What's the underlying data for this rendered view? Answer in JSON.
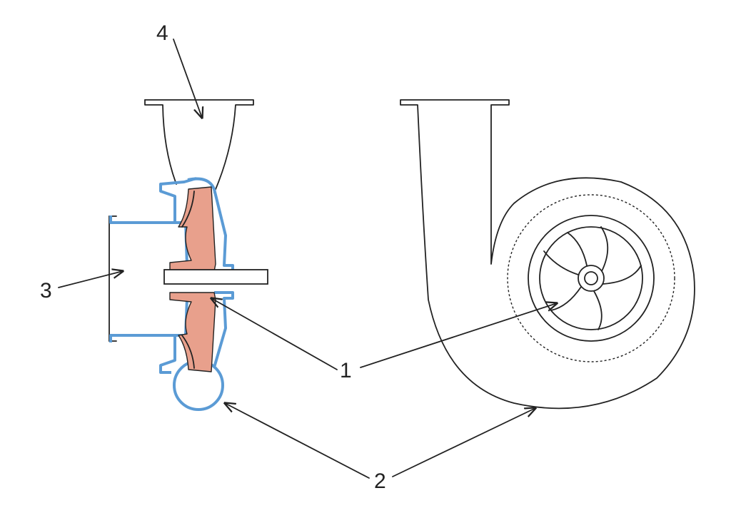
{
  "labels": {
    "impeller": "1",
    "casing": "2",
    "inlet": "3",
    "outlet": "4"
  },
  "colors": {
    "ink": "#222222",
    "casing": "#5b9bd5",
    "impeller": "#e8a08c",
    "background": "#ffffff"
  }
}
